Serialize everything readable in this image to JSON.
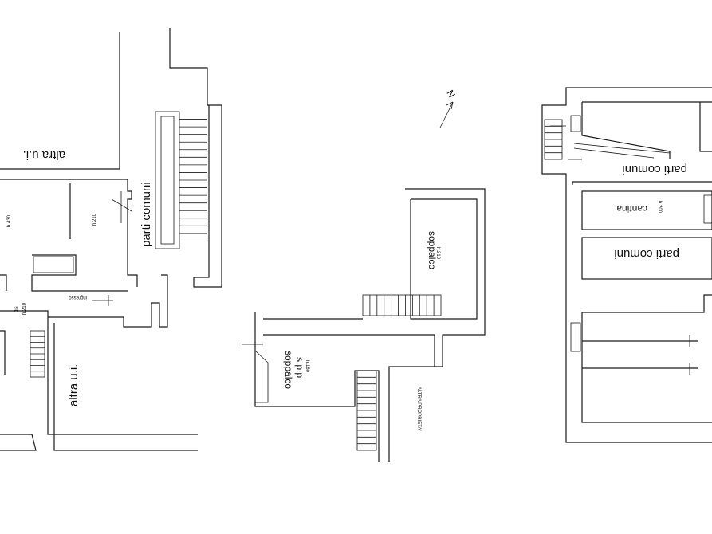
{
  "labels": {
    "altra_ui_top": "altra u.i.",
    "altra_ui_left": "altra u.i.",
    "parti_comuni_1": "parti comuni",
    "h210_a": "h.210",
    "h430": "h.430",
    "ingresso": "ingresso",
    "dis": "dis",
    "h210_dis": "h.210",
    "soppalco_1": "soppalco",
    "h210_b": "h.210",
    "soppalco_2": "soppalco",
    "spp": "s.p.p.",
    "h180": "h.180",
    "altra_proprieta": "ALTRA PROPRIETA'",
    "north": "N",
    "parti_comuni_2": "parti comuni",
    "cantina": "cantina",
    "h200": "h.200",
    "parti_comuni_3": "parti comuni"
  }
}
